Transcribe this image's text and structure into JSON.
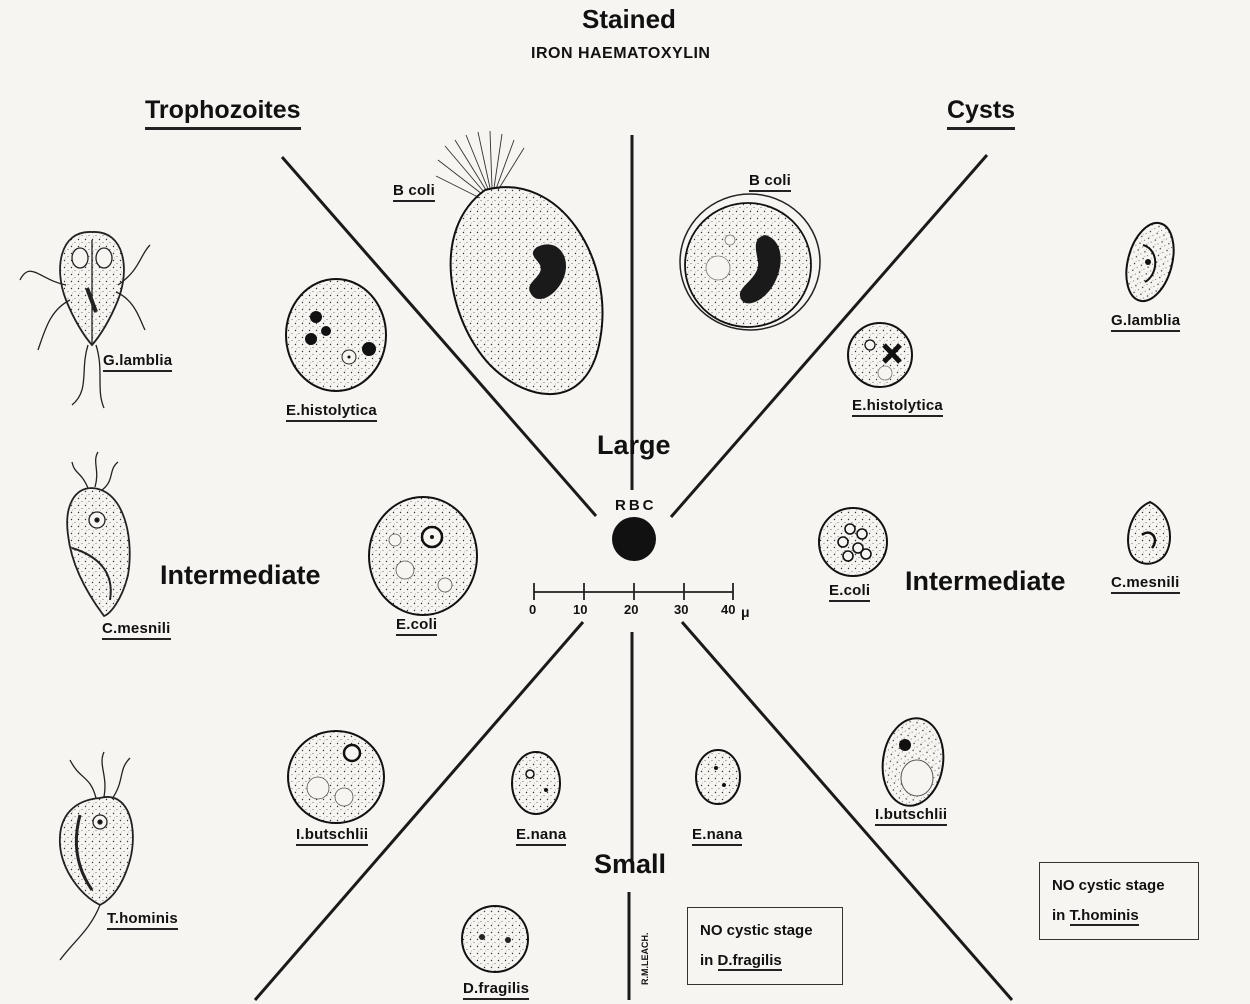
{
  "header": {
    "title": "Stained",
    "subtitle": "IRON HAEMATOXYLIN"
  },
  "columns": {
    "left": "Trophozoites",
    "right": "Cysts"
  },
  "size_groups": {
    "large": "Large",
    "intermediate": "Intermediate",
    "small": "Small"
  },
  "reference": {
    "label": "RBC",
    "scale_ticks": [
      "0",
      "10",
      "20",
      "30",
      "40"
    ],
    "scale_unit": "μ"
  },
  "trophozoites": {
    "b_coli": "B coli",
    "g_lamblia": "G.lamblia",
    "e_histolytica": "E.histolytica",
    "c_mesnili": "C.mesnili",
    "e_coli": "E.coli",
    "i_butschlii": "I.butschlii",
    "t_hominis": "T.hominis",
    "e_nana": "E.nana",
    "d_fragilis": "D.fragilis"
  },
  "cysts": {
    "b_coli": "B coli",
    "g_lamblia": "G.lamblia",
    "e_histolytica": "E.histolytica",
    "e_coli": "E.coli",
    "c_mesnili": "C.mesnili",
    "e_nana": "E.nana",
    "i_butschlii": "I.butschlii"
  },
  "notes": {
    "d_fragilis": {
      "line1": "NO cystic stage",
      "line2_prefix": "in",
      "line2_name": "D.fragilis"
    },
    "t_hominis": {
      "line1": "NO cystic stage",
      "line2_prefix": "in",
      "line2_name": "T.hominis"
    }
  },
  "signature": "R.M.LEACH."
}
